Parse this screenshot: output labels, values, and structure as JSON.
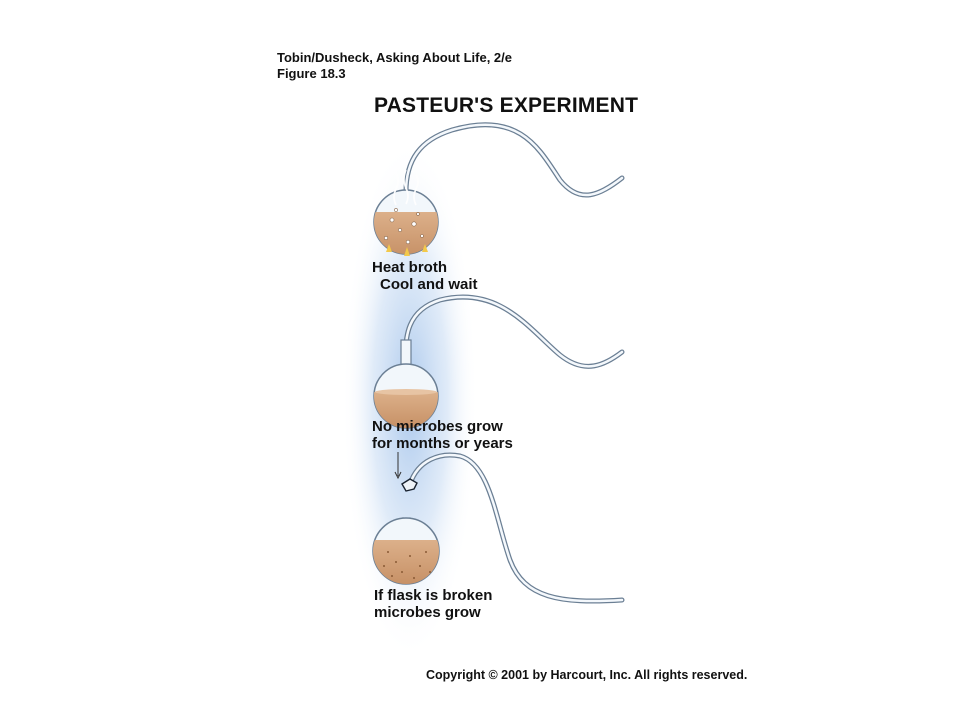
{
  "header": {
    "credit_line1": "Tobin/Dusheck, Asking About Life, 2/e",
    "credit_line2": "Figure 18.3",
    "title": "PASTEUR'S EXPERIMENT"
  },
  "stages": [
    {
      "line1": "Heat broth",
      "line2": "Cool and wait"
    },
    {
      "line1": "No microbes grow",
      "line2": "for months or years"
    },
    {
      "line1": "If flask is broken",
      "line2": "microbes grow"
    }
  ],
  "footer": {
    "copyright": "Copyright © 2001 by Harcourt, Inc. All rights reserved."
  },
  "colors": {
    "broth": "#d4a27a",
    "broth_dark": "#b07a52",
    "glass": "#eef5fb",
    "glow": "#8fb6e6",
    "steam": "#ffffff"
  },
  "icons": [
    "swan-neck-flask-heated",
    "swan-neck-flask-sterile",
    "broken-neck-flask"
  ]
}
